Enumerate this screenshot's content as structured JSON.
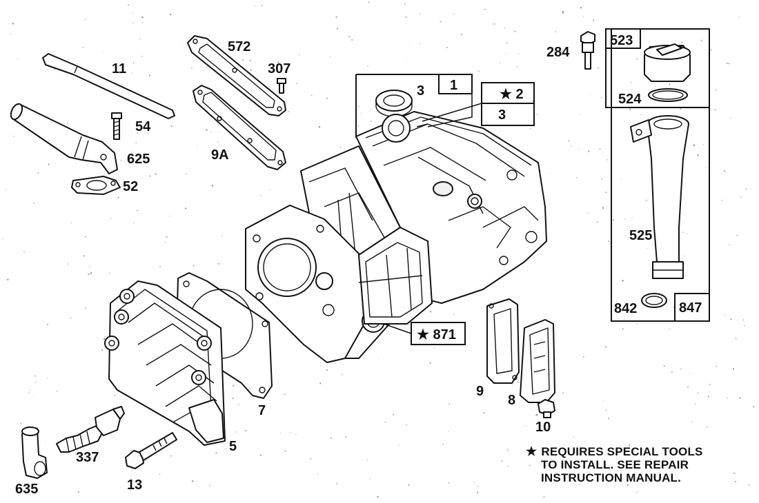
{
  "diagram": {
    "labels": {
      "p11": "11",
      "p572": "572",
      "p307": "307",
      "p54": "54",
      "p625": "625",
      "p52": "52",
      "p9a": "9A",
      "p3_seal": "3",
      "box1": "1",
      "box2": "★ 2",
      "box3": "3",
      "p284": "284",
      "box523": "523",
      "p524": "524",
      "p525": "525",
      "p842": "842",
      "box847": "847",
      "box871": "★ 871",
      "p9": "9",
      "p8": "8",
      "p10": "10",
      "p7": "7",
      "p5": "5",
      "p337": "337",
      "p13": "13",
      "p635": "635"
    },
    "note": {
      "star": "★",
      "line1": "REQUIRES SPECIAL TOOLS",
      "line2": "TO INSTALL.  SEE REPAIR",
      "line3": "INSTRUCTION MANUAL."
    }
  }
}
